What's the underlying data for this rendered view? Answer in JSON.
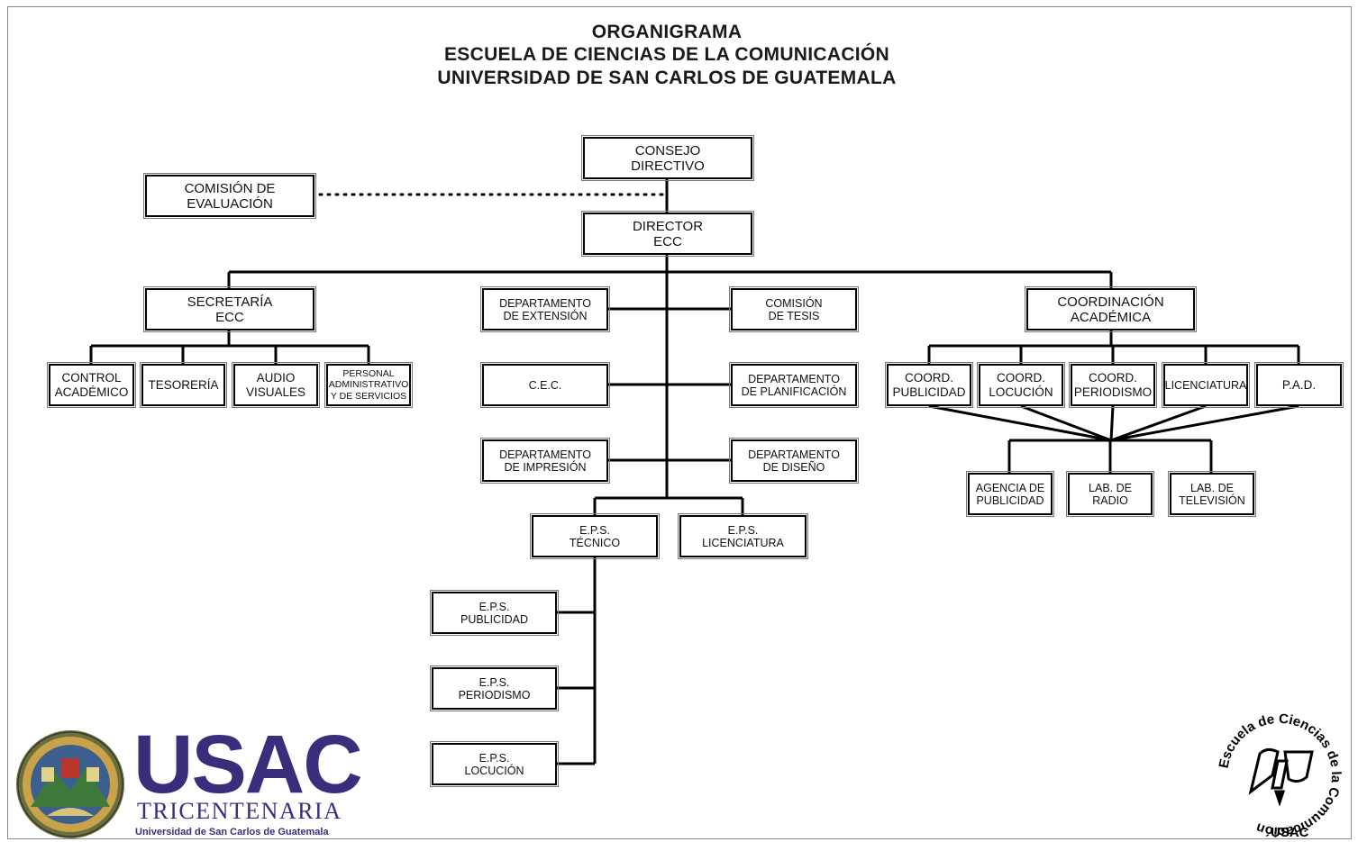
{
  "header": {
    "title": "ORGANIGRAMA",
    "subtitle": "ESCUELA DE CIENCIAS DE LA COMUNICACIÓN",
    "institution": "UNIVERSIDAD DE SAN CARLOS DE GUATEMALA"
  },
  "nodes": {
    "consejo": "CONSEJO\nDIRECTIVO",
    "comision_eval": "COMISIÓN DE\nEVALUACIÓN",
    "director": "DIRECTOR\nECC",
    "secretaria": "SECRETARÍA\nECC",
    "control": "CONTROL\nACADÉMICO",
    "tesoreria": "TESORERÍA",
    "audio": "AUDIO\nVISUALES",
    "personal": "PERSONAL\nADMINISTRATIVO\nY DE SERVICIOS",
    "dep_extension": "DEPARTAMENTO\nDE EXTENSIÓN",
    "cec": "C.E.C.",
    "dep_impresion": "DEPARTAMENTO\nDE IMPRESIÓN",
    "comision_tesis": "COMISIÓN\nDE TESIS",
    "dep_planificacion": "DEPARTAMENTO\nDE PLANIFICACIÓN",
    "dep_diseno": "DEPARTAMENTO\nDE  DISEÑO",
    "eps_tecnico": "E.P.S.\nTÉCNICO",
    "eps_licenciatura": "E.P.S.\nLICENCIATURA",
    "eps_publicidad": "E.P.S.\nPUBLICIDAD",
    "eps_periodismo": "E.P.S.\nPERIODISMO",
    "eps_locucion": "E.P.S.\nLOCUCIÓN",
    "coordinacion": "COORDINACIÓN\nACADÉMICA",
    "coord_publicidad": "COORD.\nPUBLICIDAD",
    "coord_locucion": "COORD.\nLOCUCIÓN",
    "coord_periodismo": "COORD.\nPERIODISMO",
    "licenciatura": "LICENCIATURA",
    "pad": "P.A.D.",
    "agencia": "AGENCIA DE\nPUBLICIDAD",
    "lab_radio": "LAB. DE\nRADIO",
    "lab_tv": "LAB. DE\nTELEVISIÓN"
  },
  "logos": {
    "usac": "USAC",
    "tricentenaria": "TRICENTENARIA",
    "university_line": "Universidad de San Carlos de Guatemala",
    "ecc_ring": "Escuela de Ciencias de la Comunicación",
    "ecc_usac": "USAC",
    "brand_color": "#3a2d7c"
  }
}
